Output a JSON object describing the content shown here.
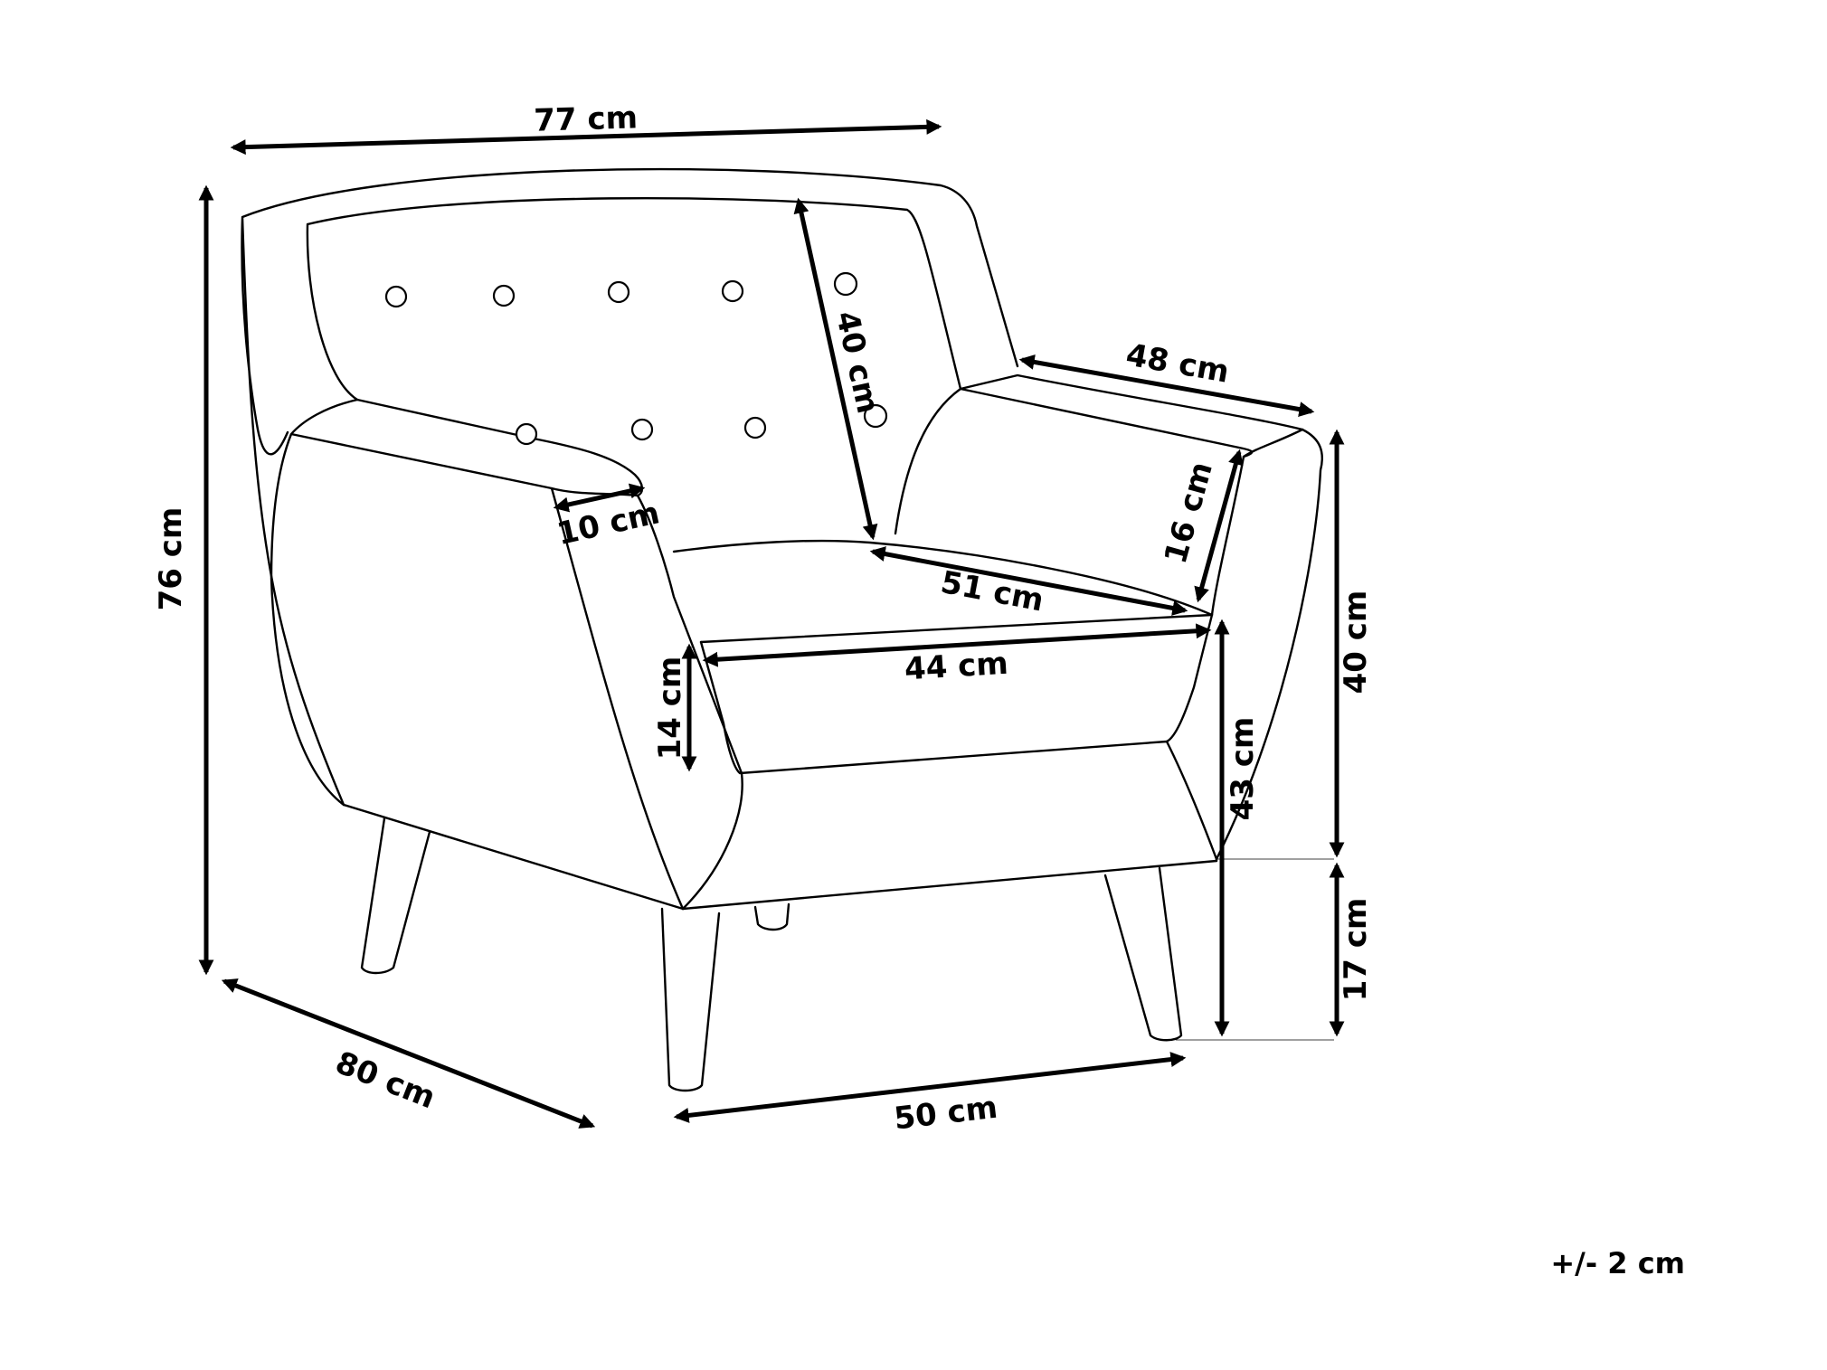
{
  "colors": {
    "line": "#000000",
    "background": "#ffffff"
  },
  "dimensions": {
    "total_width": "77 cm",
    "total_height": "76 cm",
    "depth": "80 cm",
    "leg_span": "50 cm",
    "backrest_height": "40 cm",
    "armrest_length": "48 cm",
    "armrest_width": "10 cm",
    "armrest_height_above_seat": "16 cm",
    "seat_depth": "51 cm",
    "seat_width": "44 cm",
    "seat_cushion_thickness": "14 cm",
    "seat_height": "43 cm",
    "armrest_side_height": "40 cm",
    "leg_height": "17 cm"
  },
  "tolerance": "+/- 2 cm"
}
